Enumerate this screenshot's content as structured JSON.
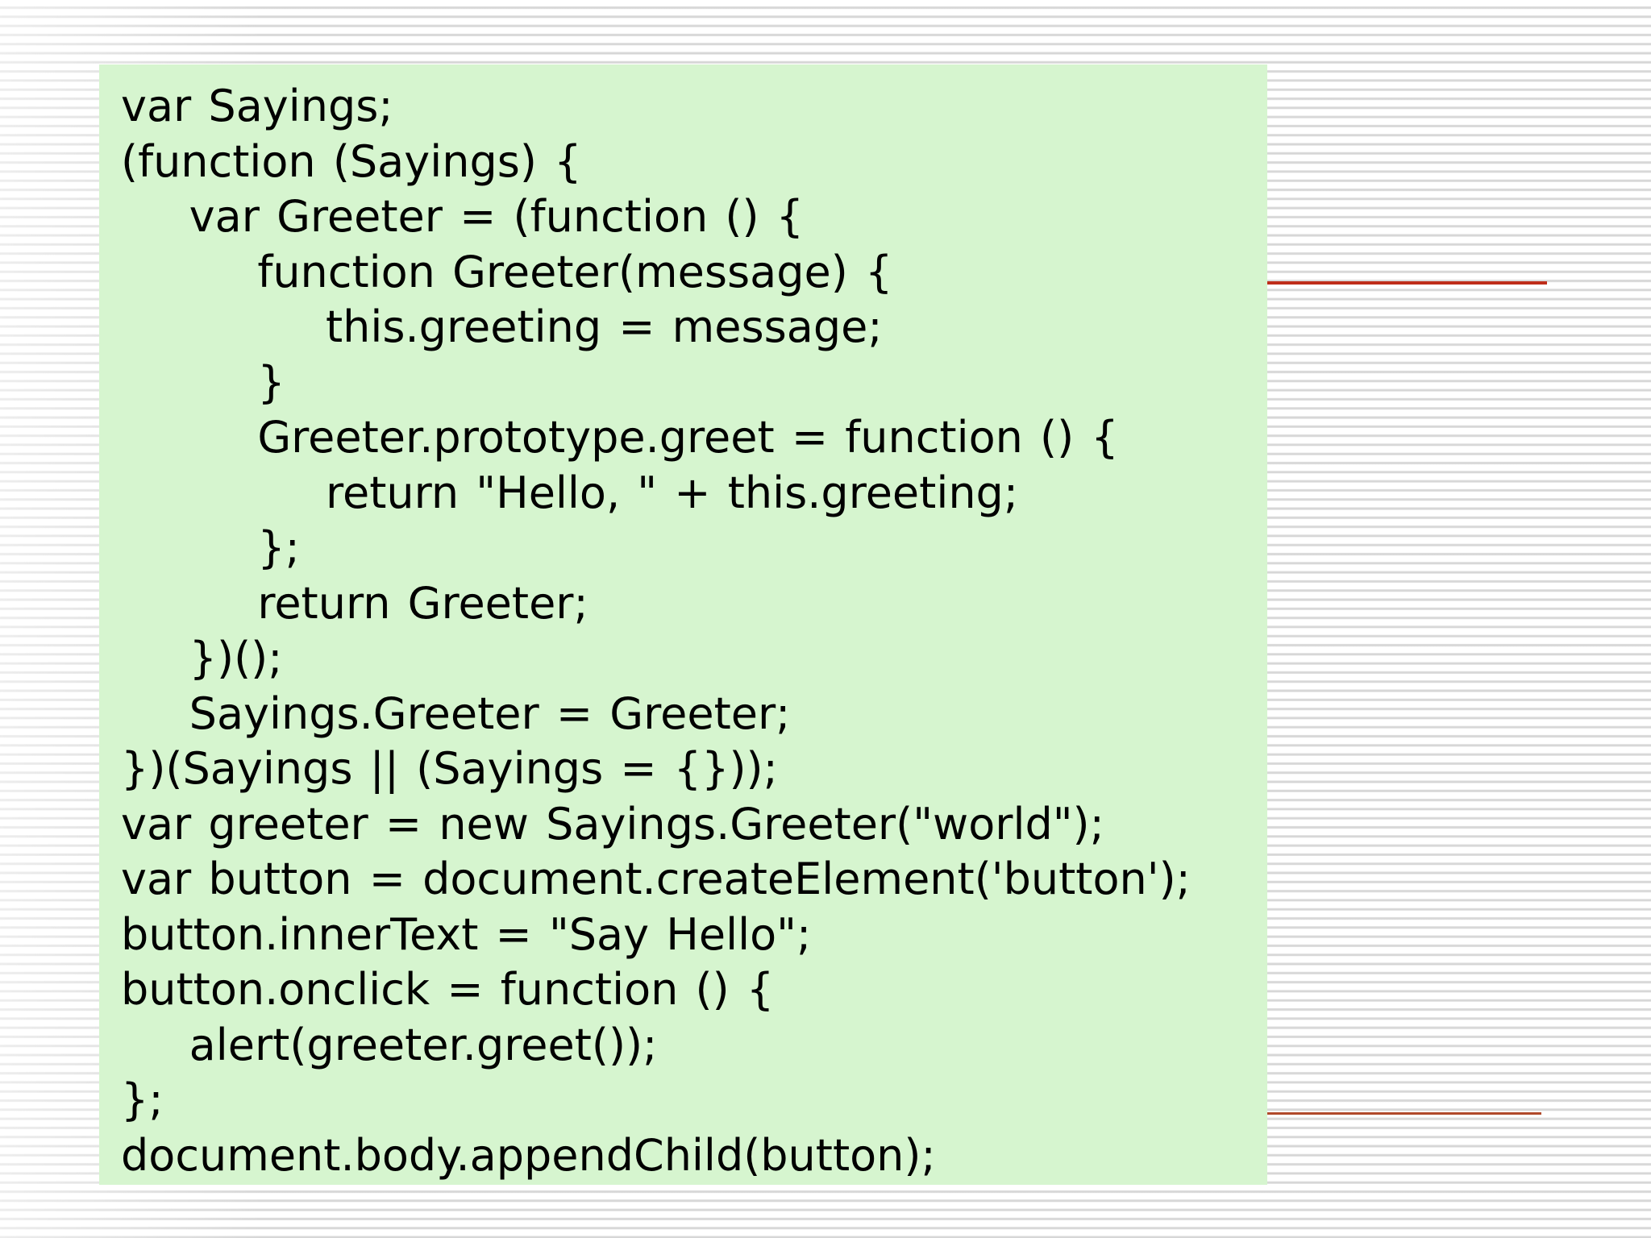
{
  "colors": {
    "paper_background": "#ffffff",
    "stripe": "#dcdcdc",
    "panel_background": "#d6f5cf",
    "code_text": "#000000",
    "red_line_top": "#bf2d1a",
    "red_line_bottom": "#b14a2b"
  },
  "code": {
    "lines": [
      "var Sayings;",
      "(function (Sayings) {",
      "    var Greeter = (function () {",
      "        function Greeter(message) {",
      "            this.greeting = message;",
      "        }",
      "        Greeter.prototype.greet = function () {",
      "            return \"Hello, \" + this.greeting;",
      "        };",
      "        return Greeter;",
      "    })();",
      "    Sayings.Greeter = Greeter;",
      "})(Sayings || (Sayings = {}));",
      "var greeter = new Sayings.Greeter(\"world\");",
      "var button = document.createElement('button');",
      "button.innerText = \"Say Hello\";",
      "button.onclick = function () {",
      "    alert(greeter.greet());",
      "};",
      "document.body.appendChild(button);"
    ]
  }
}
